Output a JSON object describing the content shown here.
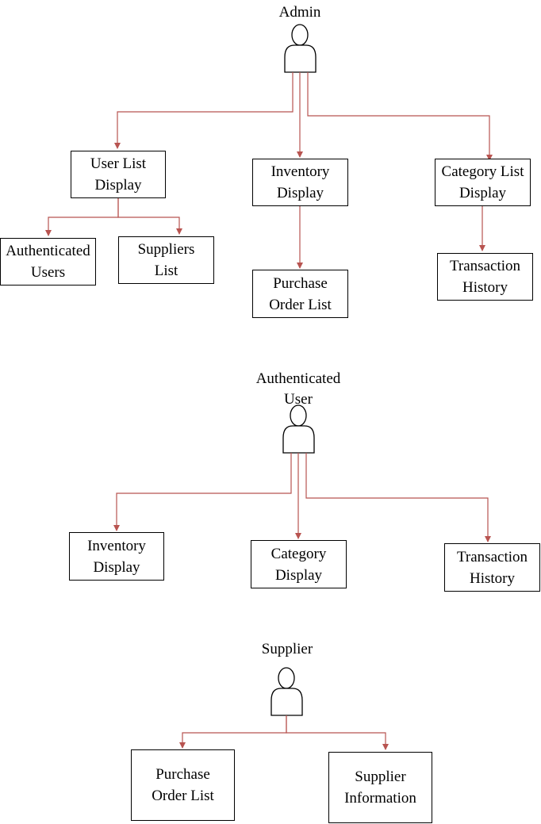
{
  "colors": {
    "connector": "#b85450",
    "stroke": "#000000",
    "background": "#ffffff"
  },
  "actors": {
    "admin": {
      "label": "Admin",
      "icon": "person-icon"
    },
    "authenticated_user": {
      "label": "Authenticated\nUser",
      "icon": "person-icon"
    },
    "supplier": {
      "label": "Supplier",
      "icon": "person-icon"
    }
  },
  "nodes": {
    "user_list_display": "User List\nDisplay",
    "authenticated_users": "Authenticated\nUsers",
    "suppliers_list": "Suppliers\nList",
    "inventory_display_admin": "Inventory\nDisplay",
    "purchase_order_list_admin": "Purchase\nOrder List",
    "category_list_display": "Category List\nDisplay",
    "transaction_history_admin": "Transaction\nHistory",
    "inventory_display_user": "Inventory\nDisplay",
    "category_display_user": "Category\nDisplay",
    "transaction_history_user": "Transaction\nHistory",
    "purchase_order_list_supplier": "Purchase\nOrder List",
    "supplier_information": "Supplier\nInformation"
  }
}
